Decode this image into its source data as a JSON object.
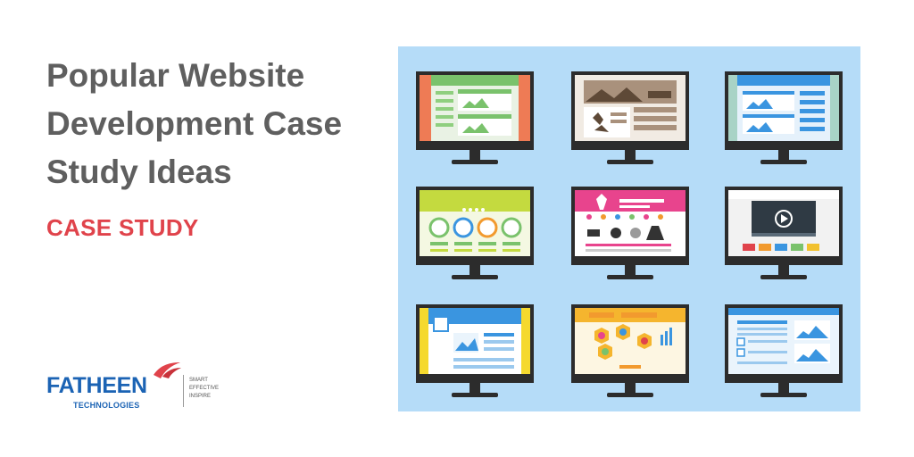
{
  "headline": {
    "lines": [
      "Popular Website",
      "Development Case",
      "Study Ideas"
    ]
  },
  "subhead": "CASE STUDY",
  "logo": {
    "name": "FATHEEN",
    "subtitle": "TECHNOLOGIES",
    "tagline": [
      "SMART",
      "EFFECTIVE",
      "INSPIRE"
    ]
  },
  "illustration": {
    "icon": "website-monitors-grid-icon",
    "background_color": "#b5dcf8",
    "monitor_count": 9
  },
  "colors": {
    "headline": "#5f5f5f",
    "subhead": "#e0434b",
    "brand_blue": "#1b63b4",
    "brand_red": "#e0434b"
  }
}
